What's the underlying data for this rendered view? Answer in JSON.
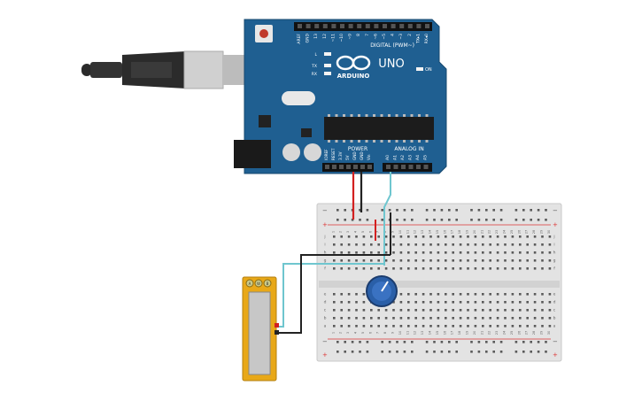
{
  "board": {
    "model": "UNO",
    "brand": "ARDUINO",
    "on_label": "ON",
    "digital_header": "DIGITAL (PWM~)",
    "digital_pins": [
      "AREF",
      "GND",
      "13",
      "12",
      "~11",
      "~10",
      "~9",
      "8",
      "7",
      "~6",
      "~5",
      "4",
      "~3",
      "2",
      "TX▸1",
      "RX◂0"
    ],
    "led_labels": [
      "L",
      "TX",
      "RX"
    ],
    "power_header": "POWER",
    "power_pins": [
      "IOREF",
      "RESET",
      "3.3V",
      "5V",
      "GND",
      "GND",
      "Vin"
    ],
    "analog_header": "ANALOG IN",
    "analog_pins": [
      "A0",
      "A1",
      "A2",
      "A3",
      "A4",
      "A5"
    ]
  },
  "breadboard": {
    "row_letters_top": [
      "j",
      "i",
      "h",
      "g",
      "f"
    ],
    "row_letters_bottom": [
      "e",
      "d",
      "c",
      "b",
      "a"
    ],
    "column_numbers": [
      "1",
      "2",
      "3",
      "4",
      "5",
      "6",
      "7",
      "8",
      "9",
      "10",
      "11",
      "12",
      "13",
      "14",
      "15",
      "16",
      "17",
      "18",
      "19",
      "20",
      "21",
      "22",
      "23",
      "24",
      "25",
      "26",
      "27",
      "28",
      "29",
      "30"
    ],
    "rail_plus": "+",
    "rail_minus": "−"
  },
  "slider": {
    "pin_labels": [
      "A",
      "W",
      "B"
    ]
  },
  "colors": {
    "board": "#1f5f91",
    "wire_5v": "#d32020",
    "wire_gnd": "#222222",
    "wire_signal": "#6fc6cf",
    "potentiometer": "#2a5fa8",
    "slider_frame": "#e8a818"
  }
}
